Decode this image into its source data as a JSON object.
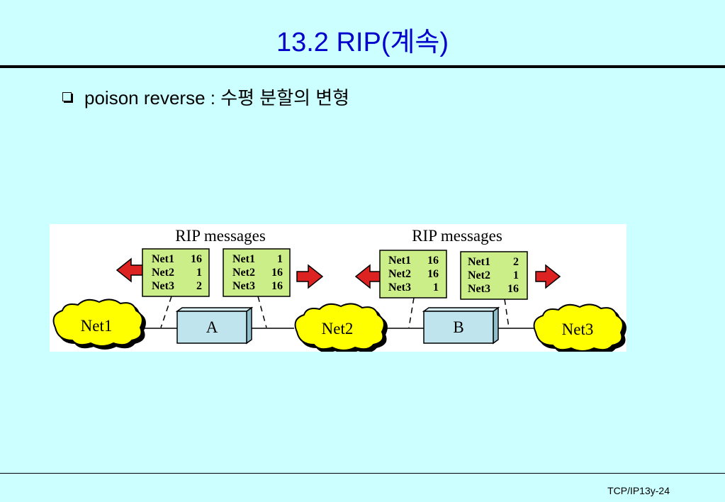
{
  "slide": {
    "title": "13.2 RIP(계속)",
    "bullet": "poison reverse : 수평 분할의 변형",
    "footer": "TCP/IP13y-24"
  },
  "diagram": {
    "groups": [
      {
        "label": "RIP messages"
      },
      {
        "label": "RIP messages"
      }
    ],
    "tables": [
      {
        "rows": [
          [
            "Net1",
            "16"
          ],
          [
            "Net2",
            "1"
          ],
          [
            "Net3",
            "2"
          ]
        ]
      },
      {
        "rows": [
          [
            "Net1",
            "1"
          ],
          [
            "Net2",
            "16"
          ],
          [
            "Net3",
            "16"
          ]
        ]
      },
      {
        "rows": [
          [
            "Net1",
            "16"
          ],
          [
            "Net2",
            "16"
          ],
          [
            "Net3",
            "1"
          ]
        ]
      },
      {
        "rows": [
          [
            "Net1",
            "2"
          ],
          [
            "Net2",
            "1"
          ],
          [
            "Net3",
            "16"
          ]
        ]
      }
    ],
    "clouds": [
      "Net1",
      "Net2",
      "Net3"
    ],
    "routers": [
      "A",
      "B"
    ],
    "colors": {
      "table_fill": "#ccee88",
      "cloud_fill": "#ffff00",
      "router_fill": "#bfe4ee",
      "arrow_fill": "#dd2222"
    }
  }
}
